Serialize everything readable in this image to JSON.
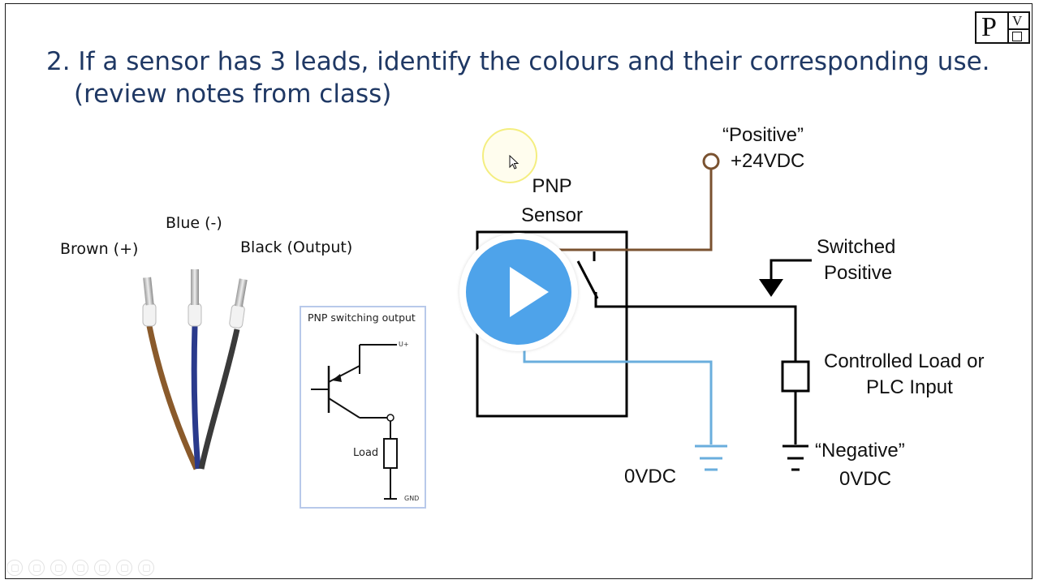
{
  "slide": {
    "title_line1": "2. If a sensor has 3 leads, identify the colours and their corresponding use.",
    "title_line2": "(review notes from class)"
  },
  "logo": {
    "letter_p": "P",
    "letter_v": "V"
  },
  "wires_photo": {
    "brown_label": "Brown (+)",
    "blue_label": "Blue (-)",
    "black_label": "Black (Output)",
    "colors": {
      "brown": "#8a5a2b",
      "blue": "#2a3a8c",
      "black": "#333333"
    }
  },
  "inset_schematic": {
    "title": "PNP switching output",
    "supply_label": "U+",
    "load_label": "Load",
    "ground_label": "GND"
  },
  "circuit": {
    "sensor_label_line1": "PNP",
    "sensor_label_line2": "Sensor",
    "positive_label": "“Positive”",
    "positive_voltage": "+24VDC",
    "switched_line1": "Switched",
    "switched_line2": "Positive",
    "load_line1": "Controlled Load or",
    "load_line2": "PLC Input",
    "negative_label": "“Negative”",
    "negative_voltage": "0VDC",
    "blue_ground_label": "0VDC",
    "colors": {
      "brown_wire": "#7a5230",
      "blue_wire": "#6aaedd",
      "black_wire": "#000000"
    }
  },
  "player": {
    "play_icon": "play-icon",
    "accent": "#4ea3ea"
  },
  "toolbar": {
    "icons": [
      "back-icon",
      "pointer-icon",
      "pen-icon",
      "slides-icon",
      "zoom-icon",
      "subtitles-icon",
      "more-icon"
    ]
  }
}
